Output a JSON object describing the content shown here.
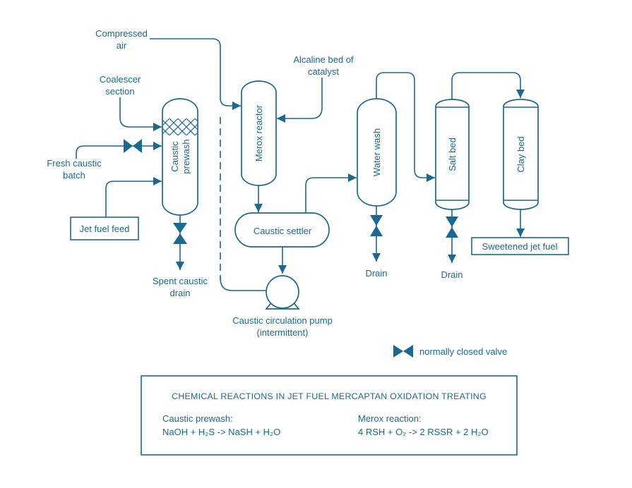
{
  "diagram": {
    "colors": {
      "line": "#1a6991",
      "background": "#ffffff"
    },
    "labels": {
      "compressed_air": [
        "Compressed",
        "air"
      ],
      "coalescer_section": [
        "Coalescer",
        "section"
      ],
      "fresh_caustic_batch": [
        "Fresh caustic",
        "batch"
      ],
      "jet_fuel_feed": "Jet fuel feed",
      "caustic_prewash": [
        "Caustic",
        "prewash"
      ],
      "spent_caustic_drain": [
        "Spent caustic",
        "drain"
      ],
      "merox_reactor": "Merox reactor",
      "alcaline_bed": [
        "Alcaline bed of",
        "catalyst"
      ],
      "caustic_settler": "Caustic settler",
      "caustic_pump": [
        "Caustic circulation pump",
        "(intermittent)"
      ],
      "water_wash": "Water wash",
      "salt_bed": "Salt bed",
      "clay_bed": "Clay bed",
      "drain_water_wash": "Drain",
      "drain_salt_bed": "Drain",
      "sweetened_jet_fuel": "Sweetened jet fuel",
      "legend_normally_closed_valve": "normally closed valve"
    },
    "reactions_box": {
      "title": "CHEMICAL REACTIONS IN JET FUEL MERCAPTAN OXIDATION TREATING",
      "caustic_prewash_label": "Caustic prewash:",
      "caustic_prewash_formula": "NaOH + H₂S -> NaSH + H₂O",
      "merox_reaction_label": "Merox reaction:",
      "merox_reaction_formula": "4 RSH + O₂ -> 2 RSSR + 2 H₂O"
    }
  }
}
